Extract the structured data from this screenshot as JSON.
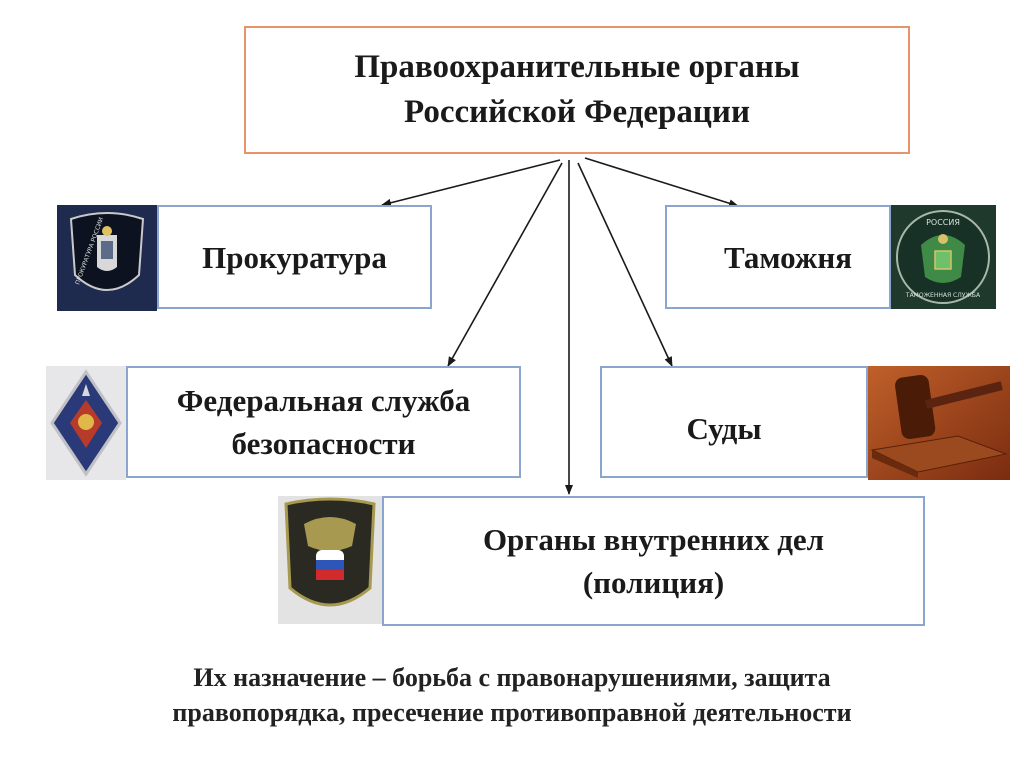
{
  "title": {
    "line1": "Правоохранительные органы",
    "line2": "Российской Федерации"
  },
  "nodes": {
    "prokuratura": "Прокуратура",
    "customs": "Таможня",
    "fsb_line1": "Федеральная служба",
    "fsb_line2": "безопасности",
    "courts": "Суды",
    "police_line1": "Органы внутренних дел",
    "police_line2": "(полиция)"
  },
  "emblems": {
    "prokuratura": "prosecutor-patch-icon",
    "customs": "customs-patch-icon",
    "fsb": "fsb-badge-icon",
    "courts": "gavel-icon",
    "police": "police-patch-icon"
  },
  "emblem_text": {
    "prokuratura": "ПРОКУРАТУРА РОССИИ",
    "customs_top": "РОССИЯ",
    "customs_bottom": "ТАМОЖЕННАЯ СЛУЖБА"
  },
  "footer": {
    "line1": "Их назначение – борьба с правонарушениями, защита",
    "line2": "правопорядка, пресечение противоправной деятельности"
  },
  "colors": {
    "title_border": "#e8946a",
    "box_border": "#8aa6cf",
    "arrow": "#1a1a1a"
  }
}
